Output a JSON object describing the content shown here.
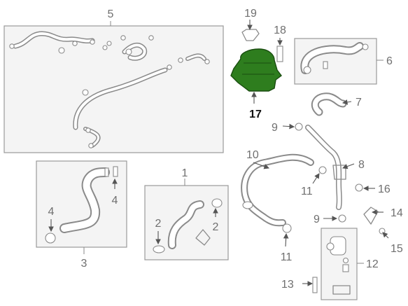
{
  "diagram": {
    "highlight_color": "#2e7d1e",
    "highlight_part": "17",
    "callouts": {
      "c1": "1",
      "c2a": "2",
      "c2b": "2",
      "c3": "3",
      "c4a": "4",
      "c4b": "4",
      "c5": "5",
      "c6": "6",
      "c7": "7",
      "c8": "8",
      "c9a": "9",
      "c9b": "9",
      "c10": "10",
      "c11a": "11",
      "c11b": "11",
      "c12": "12",
      "c13": "13",
      "c14": "14",
      "c15": "15",
      "c16": "16",
      "c17": "17",
      "c18": "18",
      "c19": "19"
    }
  }
}
